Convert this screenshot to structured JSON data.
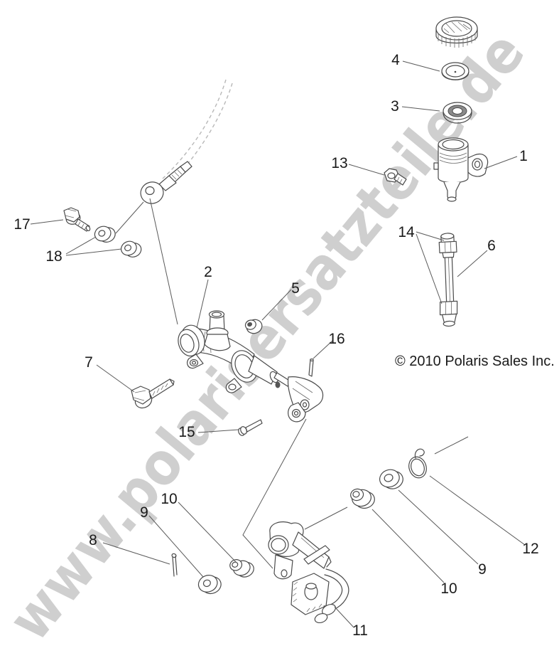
{
  "watermark": {
    "text": "www.polarisersatzteile.de",
    "color": "#cfcfcf"
  },
  "copyright": {
    "text": "© 2010 Polaris Sales Inc.",
    "color": "#1a1a1a"
  },
  "colors": {
    "outline": "#4a4a4a",
    "leader": "#5a5a5a",
    "hose": "#b8b8b8",
    "label": "#1a1a1a",
    "background": "#ffffff"
  },
  "callouts": [
    {
      "label": "1"
    },
    {
      "label": "2"
    },
    {
      "label": "3"
    },
    {
      "label": "4"
    },
    {
      "label": "5"
    },
    {
      "label": "6"
    },
    {
      "label": "7"
    },
    {
      "label": "8"
    },
    {
      "label": "9"
    },
    {
      "label": "10"
    },
    {
      "label": "11"
    },
    {
      "label": "12"
    },
    {
      "label": "13"
    },
    {
      "label": "14"
    },
    {
      "label": "15"
    },
    {
      "label": "16"
    },
    {
      "label": "17"
    },
    {
      "label": "18"
    },
    {
      "label": "9"
    },
    {
      "label": "10"
    }
  ]
}
